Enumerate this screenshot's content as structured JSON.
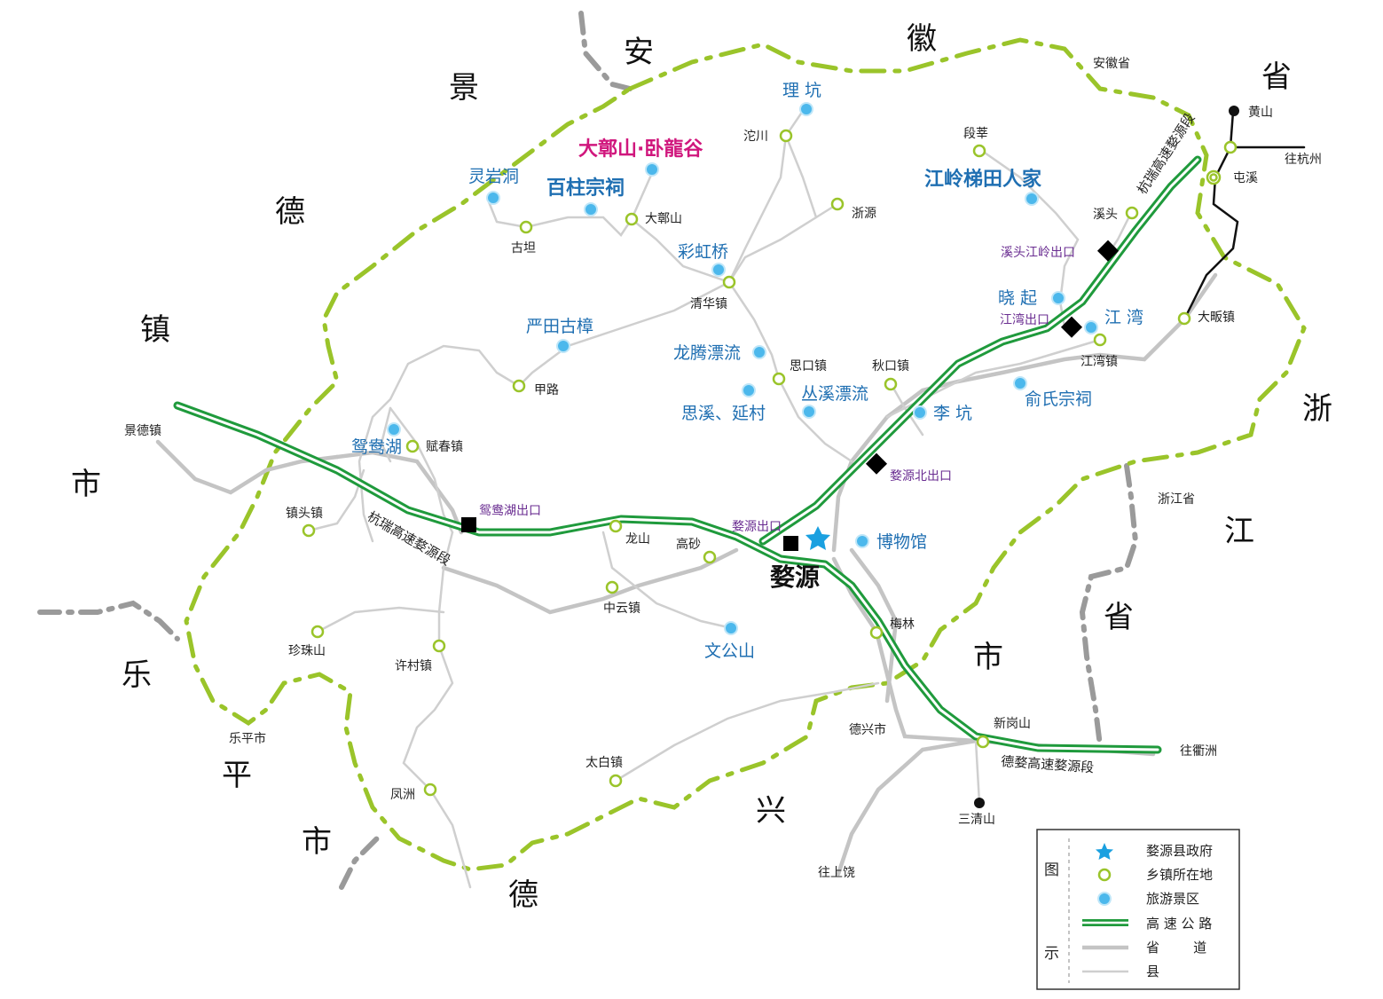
{
  "regions": {
    "jingdezhen": [
      "景",
      "德",
      "镇",
      "市"
    ],
    "anhui": [
      "安",
      "徽",
      "省"
    ],
    "zhejiang": [
      "浙",
      "江",
      "省"
    ],
    "dexing": [
      "市",
      "兴",
      "德"
    ],
    "leping": [
      "乐",
      "平",
      "市"
    ]
  },
  "county_seat": "婺源",
  "museum": "博物馆",
  "boundary_labels": {
    "anhui": "安徽省",
    "zhejiang": "浙江省",
    "jingdezhen": "景德镇",
    "leping": "乐平市",
    "dexing": "德兴市"
  },
  "towns": {
    "tuochuan": "沱川",
    "zheyuan": "浙源",
    "dazhangshan": "大鄣山",
    "gutan": "古坦",
    "qinghua": "清华镇",
    "jialu": "甲路",
    "fuchun": "赋春镇",
    "zhentou": "镇头镇",
    "longshan": "龙山",
    "gaosha": "高砂",
    "zhongyun": "中云镇",
    "zhenzhushan": "珍珠山",
    "xucun": "许村镇",
    "fengzhou": "凤洲",
    "taibai": "太白镇",
    "meilin": "梅林",
    "xingangshan": "新岗山",
    "sikou": "思口镇",
    "qiukou": "秋口镇",
    "duanxin": "段莘",
    "xitou": "溪头",
    "jiangwan": "江湾镇",
    "dafan": "大畈镇",
    "tunxi": "屯溪",
    "huangshan": "黄山",
    "sanqingshan": "三清山"
  },
  "directions": {
    "hangzhou": "往杭州",
    "quzhou": "往衢洲",
    "shangrao": "往上饶"
  },
  "scenic": {
    "likeng_n": "理 坑",
    "dazhang_wolong": "大鄣山·卧龍谷",
    "lingyandong": "灵岩洞",
    "baizhu": "百柱宗祠",
    "jiangling": "江岭梯田人家",
    "caihongqiao": "彩虹桥",
    "yantian": "严田古樟",
    "longteng": "龙腾漂流",
    "congxi": "丛溪漂流",
    "sixi": "思溪、延村",
    "likeng_s": "李 坑",
    "yushi": "俞氏宗祠",
    "xiaoqi": "晓 起",
    "jiangwan_s": "江 湾",
    "yuanyang": "鸳鸯湖",
    "wengong": "文公山"
  },
  "exits": {
    "xitou_jiangling": "溪头江岭出口",
    "jiangwan": "江湾出口",
    "wuyuan_north": "婺源北出口",
    "wuyuan": "婺源出口",
    "yuanyanghu": "鸳鸯湖出口"
  },
  "highways": {
    "hangrui_n": "杭瑞高速婺源段",
    "hangrui_w": "杭瑞高速婺源段",
    "dewu": "德婺高速婺源段"
  },
  "legend": {
    "title_top": "图",
    "title_bottom": "示",
    "items": [
      "婺源县政府",
      "乡镇所在地",
      "旅游景区",
      "高 速 公 路",
      "省        道",
      "县"
    ]
  },
  "colors": {
    "boundary": "#9ac42a",
    "highway": "#1f9a3c",
    "road": "#c4c4c4",
    "scenic": "#4cb8ec",
    "star": "#1aa0e0",
    "town": "#9ac42a"
  }
}
